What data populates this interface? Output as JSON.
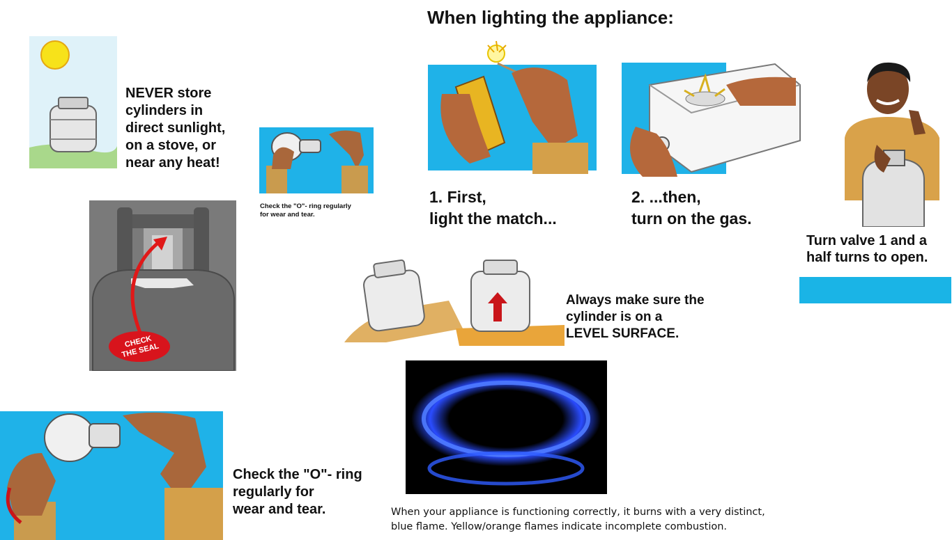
{
  "title": "When lighting the appliance:",
  "sunlight_warning": [
    "NEVER store",
    "cylinders in",
    "direct sunlight,",
    "on a stove, or",
    "near any heat!"
  ],
  "small_caption": [
    "Check the \"O\"- ring regularly",
    "for wear and tear."
  ],
  "seal_badge": [
    "CHECK",
    "THE SEAL"
  ],
  "step1": [
    "1. First,",
    "light the match..."
  ],
  "step2": [
    "2. ...then,",
    "turn on the gas."
  ],
  "valve_text": [
    "Turn valve 1 and a",
    "half turns to open."
  ],
  "level_text": [
    "Always make sure the",
    "cylinder is on a",
    "LEVEL SURFACE."
  ],
  "oring_text": [
    "Check the \"O\"- ring",
    "regularly for",
    "wear and tear."
  ],
  "flame_note": [
    "When your appliance is functioning correctly, it burns with a very distinct,",
    "blue flame. Yellow/orange flames indicate incomplete combustion."
  ],
  "colors": {
    "sky_blue": "#1fb2e8",
    "accent_bar": "#1ab4e6",
    "flame_blue": "#2a4cff",
    "seal_red": "#d8141c"
  }
}
